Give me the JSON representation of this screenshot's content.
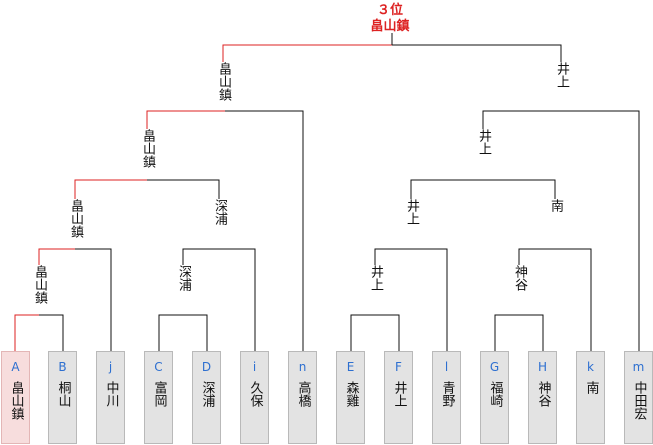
{
  "title": {
    "rank": "３位",
    "name": "畠山鎮"
  },
  "colors": {
    "winner_line": "#dd2222",
    "line": "#111111",
    "seed": "#2d6fd0"
  },
  "players": [
    {
      "seed": "A",
      "name": "畠山鎮",
      "highlight": true
    },
    {
      "seed": "B",
      "name": "桐山"
    },
    {
      "seed": "j",
      "name": "中川"
    },
    {
      "seed": "C",
      "name": "富岡"
    },
    {
      "seed": "D",
      "name": "深浦"
    },
    {
      "seed": "i",
      "name": "久保"
    },
    {
      "seed": "n",
      "name": "高橋"
    },
    {
      "seed": "E",
      "name": "森雞"
    },
    {
      "seed": "F",
      "name": "井上"
    },
    {
      "seed": "l",
      "name": "青野"
    },
    {
      "seed": "G",
      "name": "福崎"
    },
    {
      "seed": "H",
      "name": "神谷"
    },
    {
      "seed": "k",
      "name": "南"
    },
    {
      "seed": "m",
      "name": "中田宏"
    }
  ],
  "results": [
    {
      "winner": "畠山鎮"
    },
    {
      "winner": "深浦"
    },
    {
      "winner": "井上"
    },
    {
      "winner": "神谷"
    },
    {
      "winner": "畠山鎮"
    },
    {
      "winner": "深浦"
    },
    {
      "winner": "井上"
    },
    {
      "winner": "南"
    },
    {
      "winner": "畠山鎮"
    },
    {
      "winner": "井上"
    },
    {
      "winner": "畠山鎮"
    },
    {
      "winner": "井上"
    }
  ]
}
